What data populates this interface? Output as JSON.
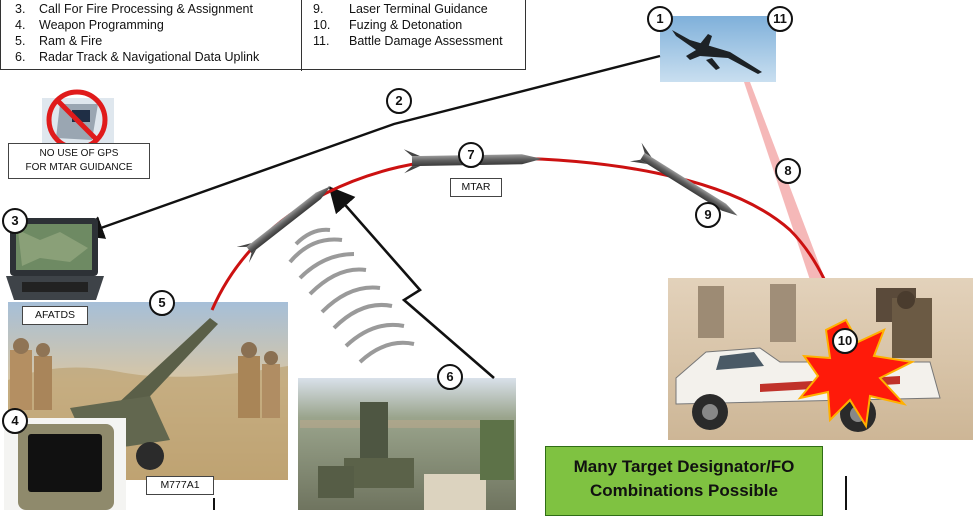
{
  "legend": {
    "left_items": [
      {
        "num": "3.",
        "text": "Call For Fire Processing & Assignment"
      },
      {
        "num": "4.",
        "text": "Weapon Programming"
      },
      {
        "num": "5.",
        "text": "Ram & Fire"
      },
      {
        "num": "6.",
        "text": "Radar Track & Navigational Data Uplink"
      }
    ],
    "right_items": [
      {
        "num": "9.",
        "text": "Laser Terminal Guidance"
      },
      {
        "num": "10.",
        "text": "Fuzing & Detonation"
      },
      {
        "num": "11.",
        "text": "Battle Damage Assessment"
      }
    ]
  },
  "steps": {
    "s1": "1",
    "s2": "2",
    "s3": "3",
    "s4": "4",
    "s5": "5",
    "s6": "6",
    "s7": "7",
    "s8": "8",
    "s9": "9",
    "s10": "10",
    "s11": "11"
  },
  "labels": {
    "gps_line1": "NO USE OF GPS",
    "gps_line2": "FOR MTAR GUIDANCE",
    "mtar": "MTAR",
    "afatds": "AFATDS",
    "m777": "M777A1"
  },
  "callout": {
    "line1": "Many Target Designator/FO",
    "line2": "Combinations Possible"
  },
  "icons": {
    "uav": "uav-icon",
    "no_gps": "no-gps-icon",
    "laptop": "rugged-laptop-icon",
    "handheld": "handheld-terminal-icon",
    "howitzer": "howitzer-photo",
    "radar": "radar-station-photo",
    "target": "target-truck-photo",
    "explosion": "explosion-icon"
  },
  "colors": {
    "trajectory": "#cc1111",
    "laser_beam": "#f2a0a0",
    "callout_bg": "#7fc241",
    "explosion": "#ff1a0a"
  }
}
